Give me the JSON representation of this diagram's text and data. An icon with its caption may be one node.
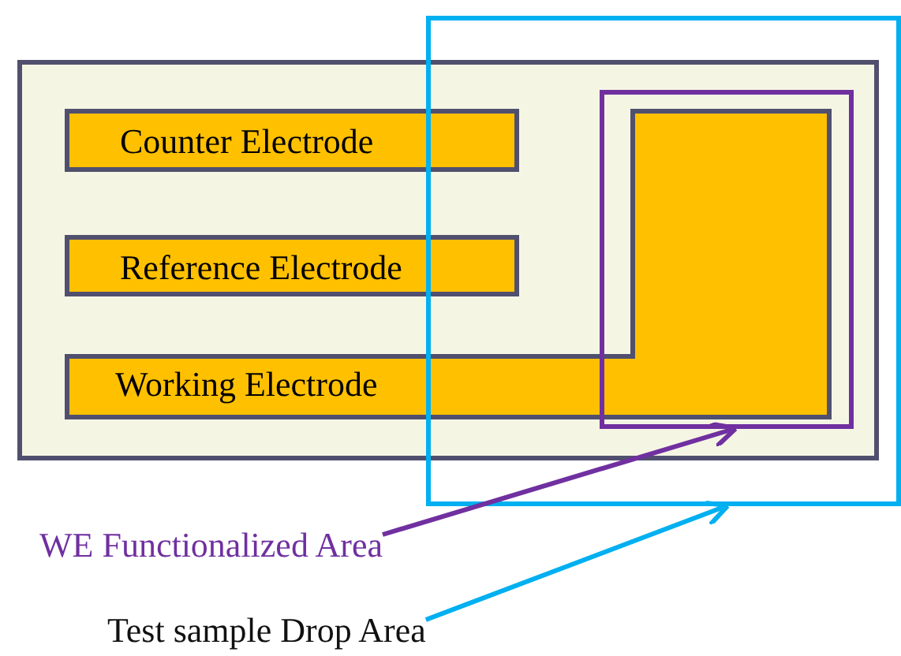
{
  "diagram": {
    "nodes": [
      {
        "text": [],
        "shape": "box"
      },
      {
        "text": [
          "Counter Electrode"
        ],
        "in": 0
      },
      {
        "text": [
          "Reference Electrode"
        ],
        "in": 0
      },
      {
        "text": [
          "Working Electrode"
        ],
        "in": 0
      },
      {
        "text": [],
        "shape": "box"
      },
      {
        "text": [],
        "shape": "box"
      },
      {
        "text": [
          "WE Functionalized Area"
        ]
      },
      {
        "text": [
          "Test sample Drop Area"
        ]
      }
    ],
    "edges": [
      {
        "from": 6,
        "to": 4,
        "arrow": "to",
        "color": "#7030a0"
      },
      {
        "from": 7,
        "to": 5,
        "arrow": "to",
        "color": "#00b0f0"
      }
    ]
  }
}
